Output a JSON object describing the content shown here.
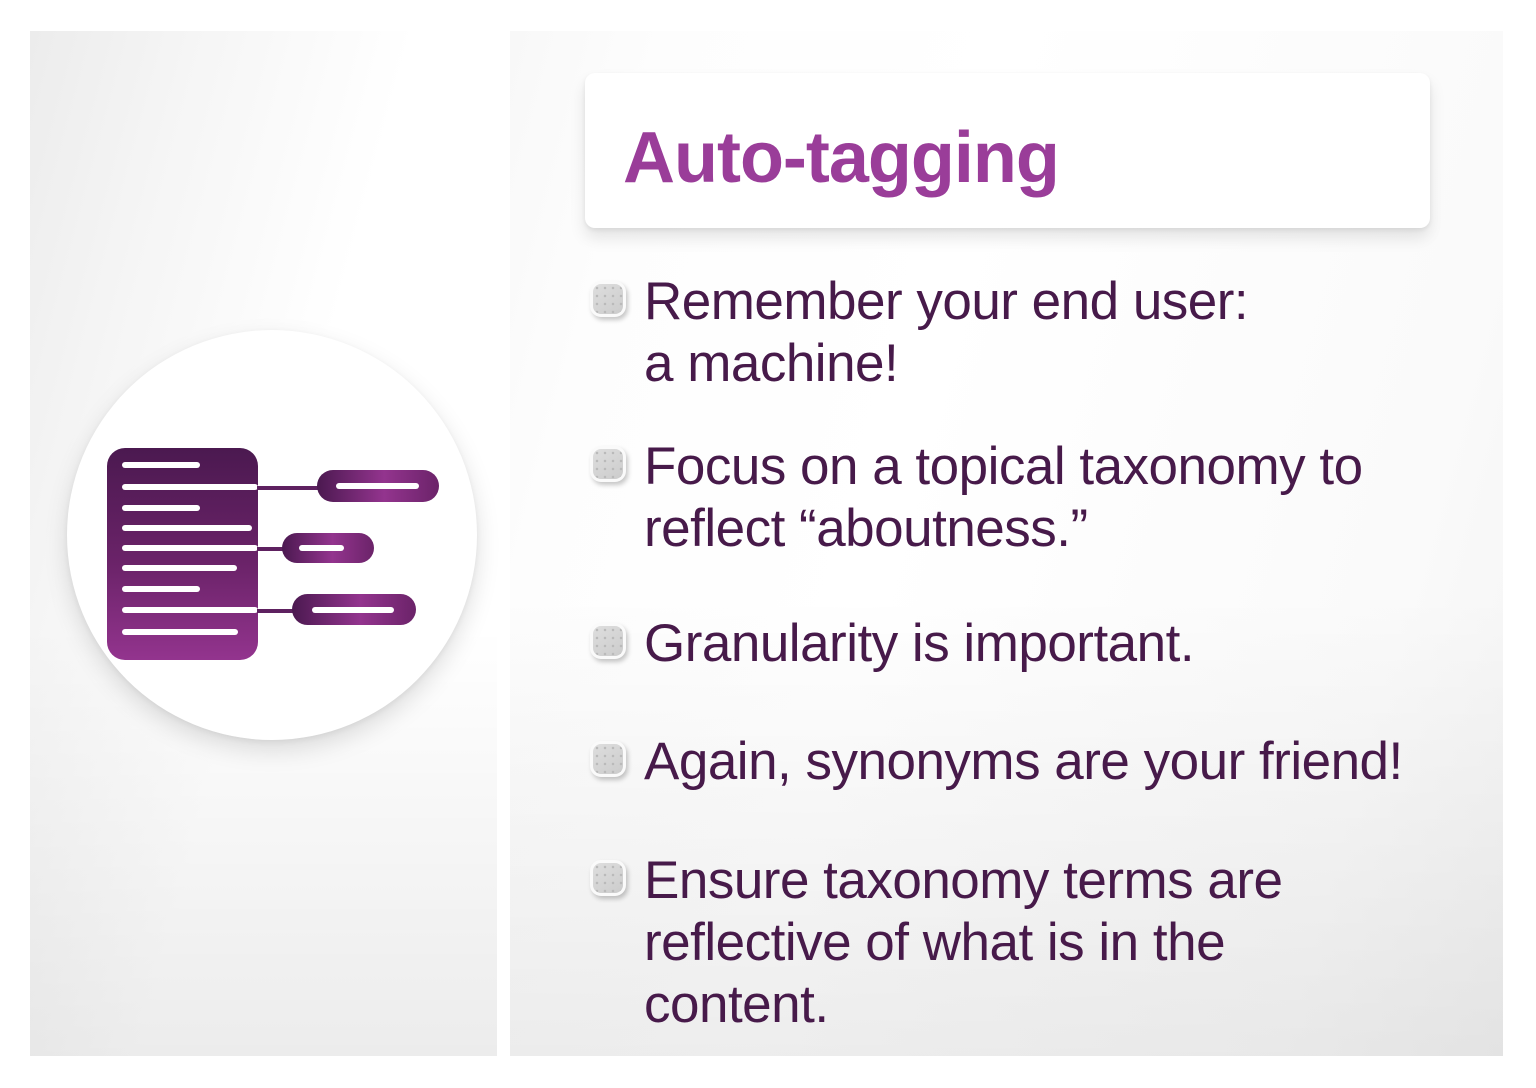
{
  "slide": {
    "title": "Auto-tagging",
    "bullets": [
      {
        "text": "Remember your end user:\na machine!"
      },
      {
        "text": "Focus on a topical taxonomy to\nreflect “aboutness.”"
      },
      {
        "text": "Granularity is important."
      },
      {
        "text": "Again, synonyms are your friend!"
      },
      {
        "text": "Ensure taxonomy terms are\nreflective of what is in the\ncontent."
      }
    ],
    "icons": {
      "badge": "document-with-tags-icon",
      "bullet_marker": "rounded-square-bullet-icon"
    },
    "colors": {
      "title": "#9a3d99",
      "body_text": "#471a4a",
      "icon_dark": "#4b1950",
      "icon_mid": "#6b2369",
      "icon_light": "#93348e",
      "connector": "#5e2160"
    }
  }
}
